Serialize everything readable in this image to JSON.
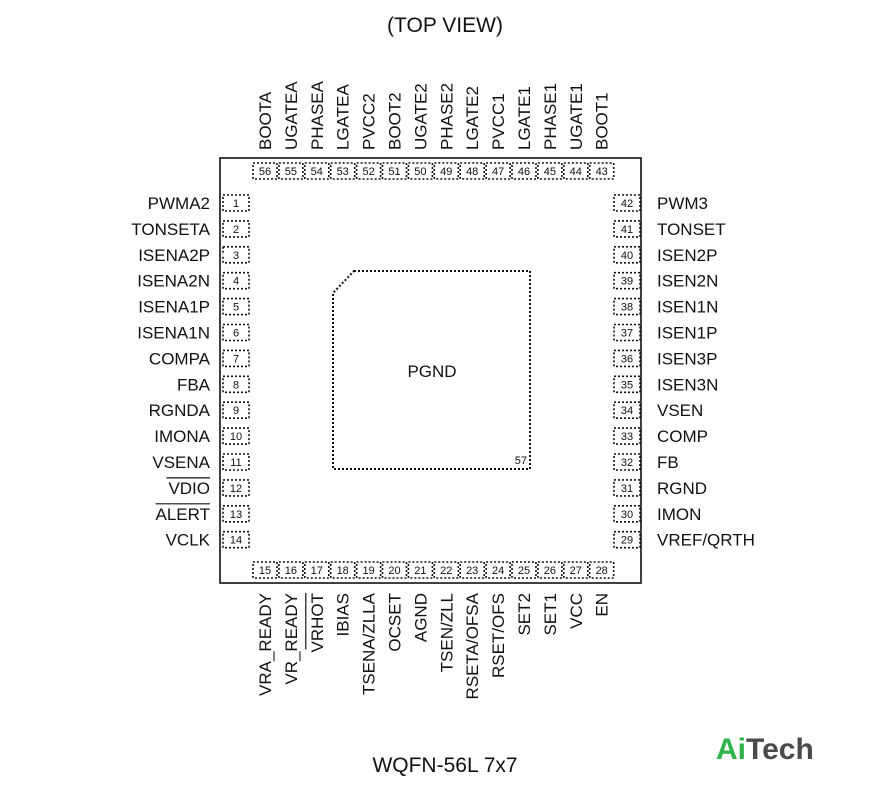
{
  "title": "(TOP VIEW)",
  "package_label": "WQFN-56L 7x7",
  "pad": {
    "label": "PGND",
    "number": "57"
  },
  "logo": {
    "part1": "Ai",
    "part2": "Tech"
  },
  "colors": {
    "logo_green": "#2db34a",
    "logo_gray": "#4a4a4a",
    "outline": "#111111"
  },
  "left_pins": [
    {
      "num": "1",
      "name": "PWMA2"
    },
    {
      "num": "2",
      "name": "TONSETA"
    },
    {
      "num": "3",
      "name": "ISENA2P"
    },
    {
      "num": "4",
      "name": "ISENA2N"
    },
    {
      "num": "5",
      "name": "ISENA1P"
    },
    {
      "num": "6",
      "name": "ISENA1N"
    },
    {
      "num": "7",
      "name": "COMPA"
    },
    {
      "num": "8",
      "name": "FBA"
    },
    {
      "num": "9",
      "name": "RGNDA"
    },
    {
      "num": "10",
      "name": "IMONA"
    },
    {
      "num": "11",
      "name": "VSENA"
    },
    {
      "num": "12",
      "name": "VDIO",
      "overline": true
    },
    {
      "num": "13",
      "name": "ALERT",
      "overline": true
    },
    {
      "num": "14",
      "name": "VCLK"
    }
  ],
  "bottom_pins": [
    {
      "num": "15",
      "name": "VRA_READY"
    },
    {
      "num": "16",
      "name": "VR_READY"
    },
    {
      "num": "17",
      "name": "VRHOT",
      "overline": true
    },
    {
      "num": "18",
      "name": "IBIAS"
    },
    {
      "num": "19",
      "name": "TSENA/ZLLA"
    },
    {
      "num": "20",
      "name": "OCSET"
    },
    {
      "num": "21",
      "name": "AGND"
    },
    {
      "num": "22",
      "name": "TSEN/ZLL"
    },
    {
      "num": "23",
      "name": "RSETA/OFSA"
    },
    {
      "num": "24",
      "name": "RSET/OFS"
    },
    {
      "num": "25",
      "name": "SET2"
    },
    {
      "num": "26",
      "name": "SET1"
    },
    {
      "num": "27",
      "name": "VCC"
    },
    {
      "num": "28",
      "name": "EN"
    }
  ],
  "right_pins": [
    {
      "num": "42",
      "name": "PWM3"
    },
    {
      "num": "41",
      "name": "TONSET"
    },
    {
      "num": "40",
      "name": "ISEN2P"
    },
    {
      "num": "39",
      "name": "ISEN2N"
    },
    {
      "num": "38",
      "name": "ISEN1N"
    },
    {
      "num": "37",
      "name": "ISEN1P"
    },
    {
      "num": "36",
      "name": "ISEN3P"
    },
    {
      "num": "35",
      "name": "ISEN3N"
    },
    {
      "num": "34",
      "name": "VSEN"
    },
    {
      "num": "33",
      "name": "COMP"
    },
    {
      "num": "32",
      "name": "FB"
    },
    {
      "num": "31",
      "name": "RGND"
    },
    {
      "num": "30",
      "name": "IMON"
    },
    {
      "num": "29",
      "name": "VREF/QRTH"
    }
  ],
  "top_pins": [
    {
      "num": "56",
      "name": "BOOTA"
    },
    {
      "num": "55",
      "name": "UGATEA"
    },
    {
      "num": "54",
      "name": "PHASEA"
    },
    {
      "num": "53",
      "name": "LGATEA"
    },
    {
      "num": "52",
      "name": "PVCC2"
    },
    {
      "num": "51",
      "name": "BOOT2"
    },
    {
      "num": "50",
      "name": "UGATE2"
    },
    {
      "num": "49",
      "name": "PHASE2"
    },
    {
      "num": "48",
      "name": "LGATE2"
    },
    {
      "num": "47",
      "name": "PVCC1"
    },
    {
      "num": "46",
      "name": "LGATE1"
    },
    {
      "num": "45",
      "name": "PHASE1"
    },
    {
      "num": "44",
      "name": "UGATE1"
    },
    {
      "num": "43",
      "name": "BOOT1"
    }
  ]
}
